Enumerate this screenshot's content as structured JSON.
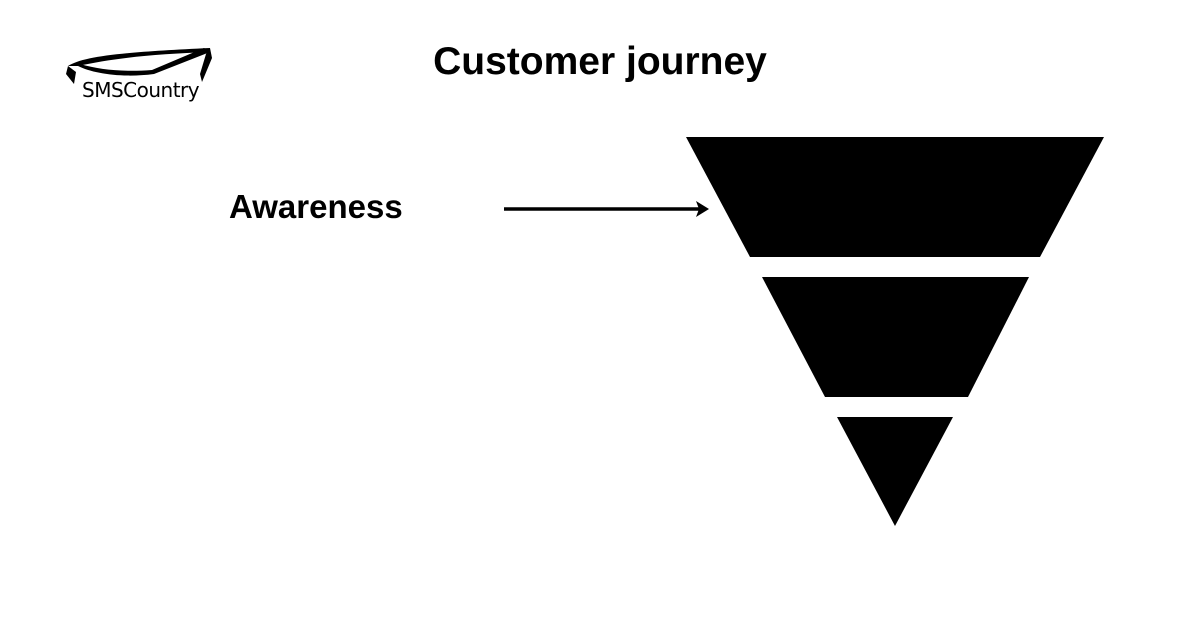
{
  "brand": {
    "name": "SMSCountry",
    "icon": "swoosh-logo-icon"
  },
  "title": "Customer journey",
  "funnel": {
    "color": "#000000",
    "stages": [
      {
        "label": "Awareness"
      },
      {
        "label": ""
      },
      {
        "label": ""
      }
    ]
  },
  "arrow": {
    "icon": "arrow-right-icon",
    "points_to": "Awareness"
  }
}
